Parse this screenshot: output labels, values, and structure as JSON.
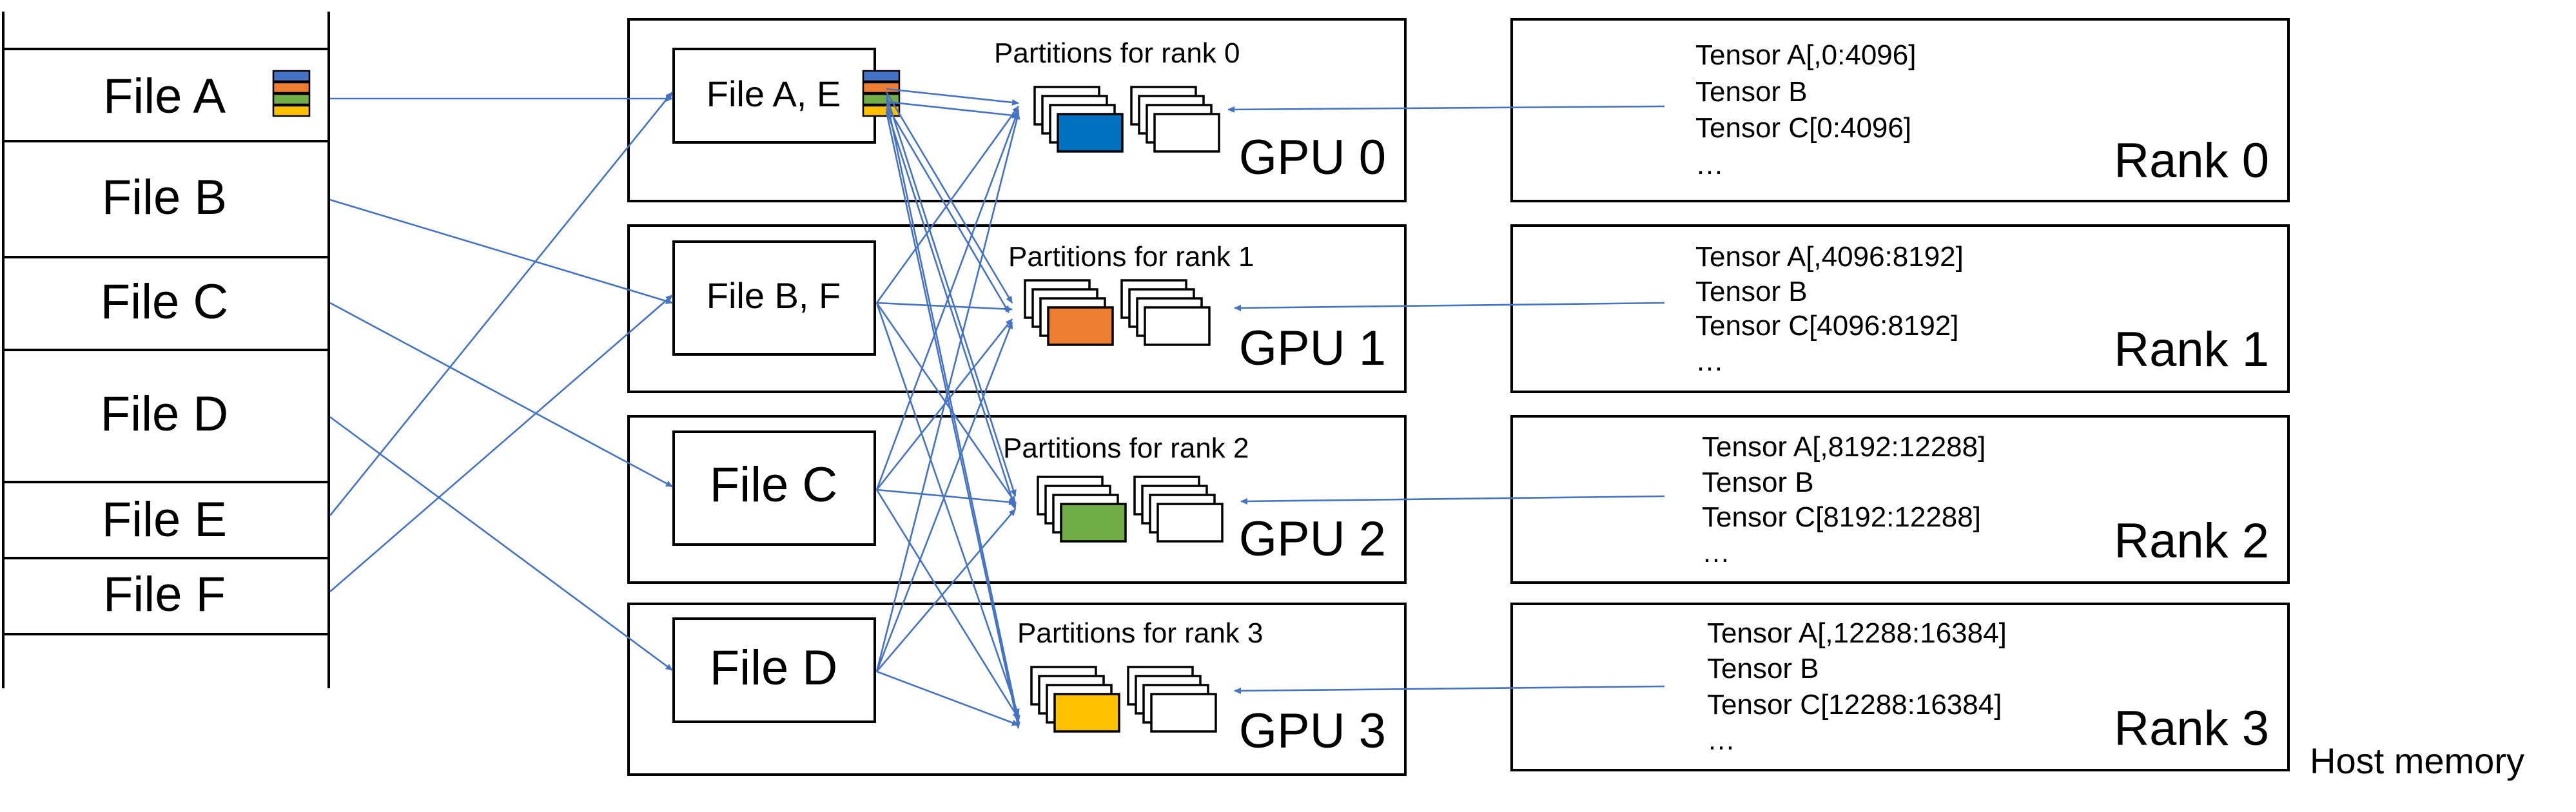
{
  "files": [
    {
      "id": "a",
      "label": "File A"
    },
    {
      "id": "b",
      "label": "File B"
    },
    {
      "id": "c",
      "label": "File C"
    },
    {
      "id": "d",
      "label": "File D"
    },
    {
      "id": "e",
      "label": "File E"
    },
    {
      "id": "f",
      "label": "File F"
    }
  ],
  "gpus": [
    {
      "label": "GPU 0",
      "file_box": "File A, E",
      "partitions_label": "Partitions for rank 0",
      "color": "#0070C0"
    },
    {
      "label": "GPU 1",
      "file_box": "File B, F",
      "partitions_label": "Partitions for rank 1",
      "color": "#ED7D31"
    },
    {
      "label": "GPU 2",
      "file_box": "File C",
      "partitions_label": "Partitions for rank 2",
      "color": "#70AD47"
    },
    {
      "label": "GPU 3",
      "file_box": "File D",
      "partitions_label": "Partitions for rank 3",
      "color": "#FFC000"
    }
  ],
  "ranks": [
    {
      "label": "Rank 0",
      "lines": [
        "Tensor A[,0:4096]",
        "Tensor B",
        "Tensor C[0:4096]",
        "…"
      ]
    },
    {
      "label": "Rank 1",
      "lines": [
        "Tensor A[,4096:8192]",
        "Tensor B",
        "Tensor C[4096:8192]",
        "…"
      ]
    },
    {
      "label": "Rank 2",
      "lines": [
        "Tensor A[,8192:12288]",
        "Tensor B",
        "Tensor C[8192:12288]",
        "…"
      ]
    },
    {
      "label": "Rank 3",
      "lines": [
        "Tensor A[,12288:16384]",
        "Tensor B",
        "Tensor C[12288:16384]",
        "…"
      ]
    }
  ],
  "host_memory_label": "Host memory",
  "stack_colors": [
    "#4472C4",
    "#ED7D31",
    "#70AD47",
    "#FFC000"
  ],
  "connector_color": "#4472C4"
}
